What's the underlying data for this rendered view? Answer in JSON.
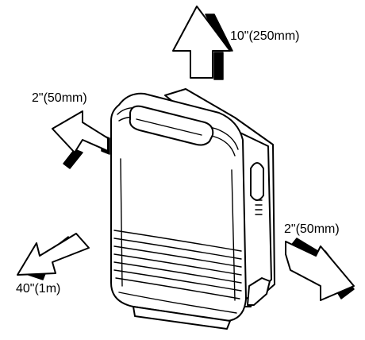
{
  "clearances": {
    "top": "10\"(250mm)",
    "left": "2\"(50mm)",
    "right": "2\"(50mm)",
    "front": "40\"(1m)"
  }
}
